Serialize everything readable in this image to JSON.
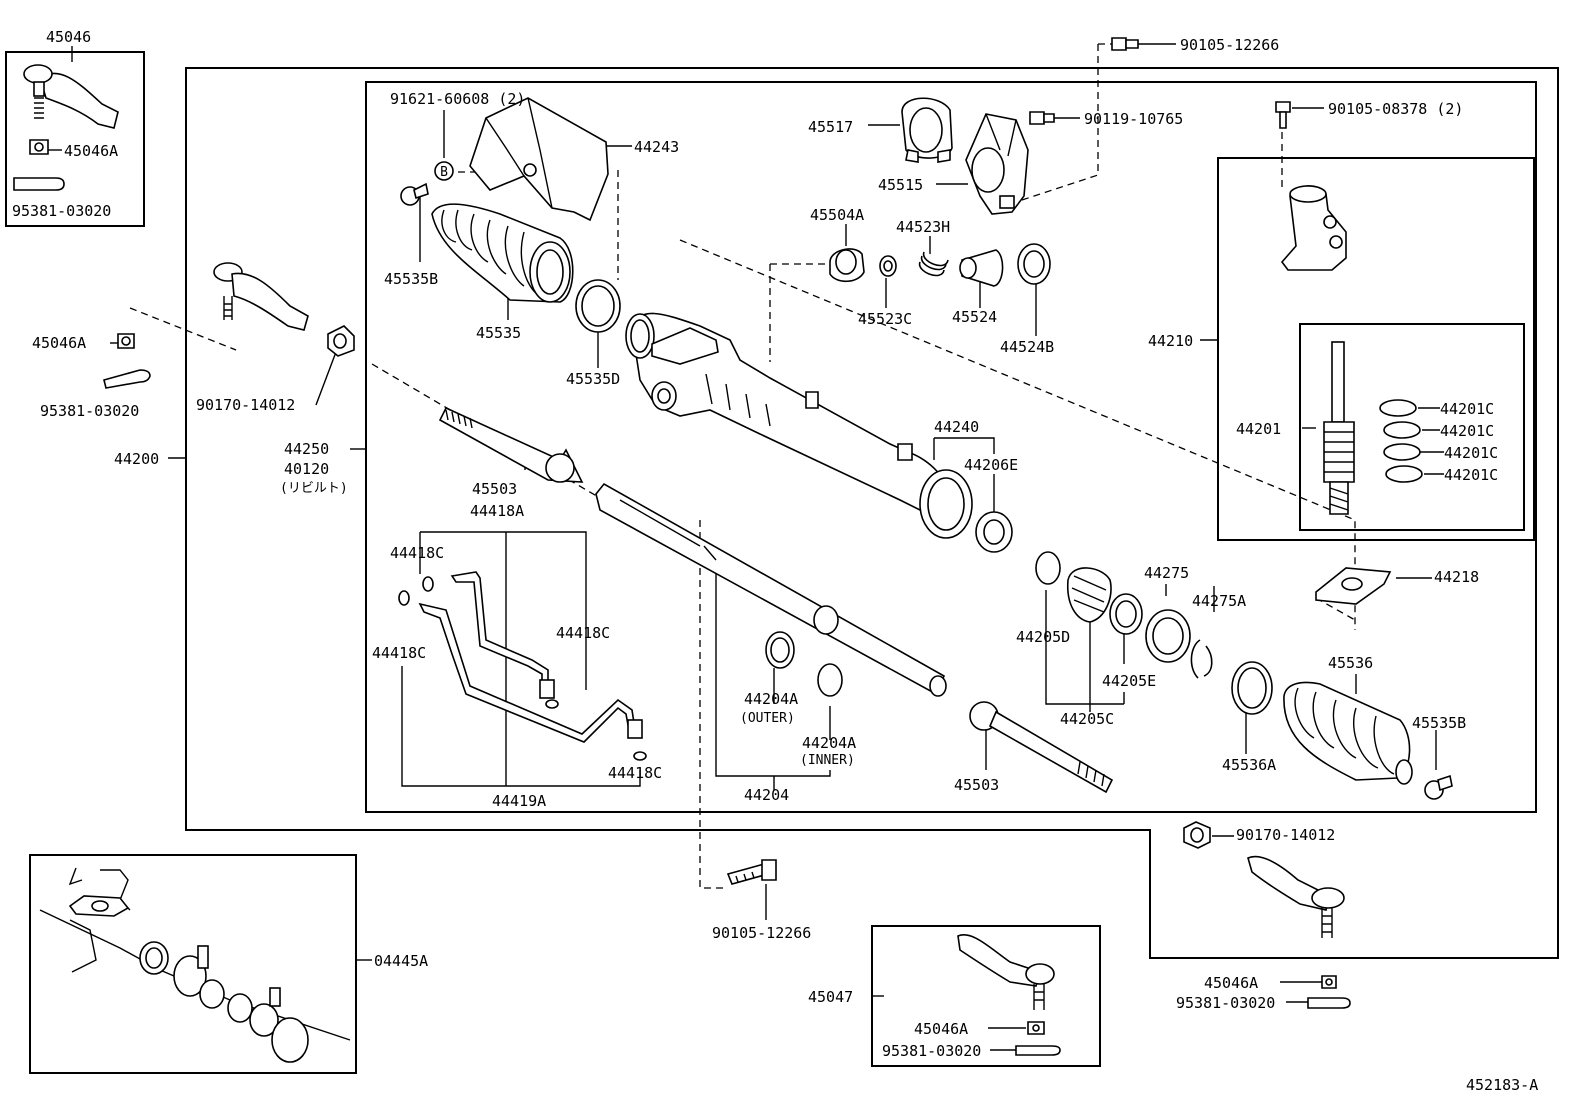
{
  "labels": {
    "p45046": "45046",
    "p45046A_1": "45046A",
    "p95381_1": "95381-03020",
    "p45046A_2": "45046A",
    "p95381_2": "95381-03020",
    "p90170_1": "90170-14012",
    "p44250": "44250",
    "p40120": "40120",
    "p40120_note": "(リビルト)",
    "p44200": "44200",
    "p91621": "91621-60608 (2)",
    "p44243": "44243",
    "p45535B_1": "45535B",
    "p45535": "45535",
    "p45535D": "45535D",
    "p45517": "45517",
    "p45515": "45515",
    "p90105_top": "90105-12266",
    "p90119": "90119-10765",
    "p90105_08378": "90105-08378 (2)",
    "p45504A": "45504A",
    "p44523H": "44523H",
    "p45523C": "45523C",
    "p45524": "45524",
    "p44524B": "44524B",
    "p44210": "44210",
    "p44201": "44201",
    "p44201C_1": "44201C",
    "p44201C_2": "44201C",
    "p44201C_3": "44201C",
    "p44201C_4": "44201C",
    "p44240": "44240",
    "p44206E": "44206E",
    "p45503_1": "45503",
    "p44418A": "44418A",
    "p44418C_1": "44418C",
    "p44418C_2": "44418C",
    "p44418C_3": "44418C",
    "p44418C_4": "44418C",
    "p44419A": "44419A",
    "p44204A_outer": "44204A",
    "p44204A_outer_note": "(OUTER)",
    "p44204A_inner": "44204A",
    "p44204A_inner_note": "(INNER)",
    "p44204": "44204",
    "p45503_2": "45503",
    "p44275": "44275",
    "p44275A": "44275A",
    "p44205D": "44205D",
    "p44205E": "44205E",
    "p44205C": "44205C",
    "p44218": "44218",
    "p45536": "45536",
    "p45536A": "45536A",
    "p45535B_2": "45535B",
    "p90170_2": "90170-14012",
    "p90105_bottom": "90105-12266",
    "p04445A": "04445A",
    "p45047": "45047",
    "p45046A_3": "45046A",
    "p95381_3": "95381-03020",
    "p45046A_4": "45046A",
    "p95381_4": "95381-03020",
    "b_marker": "B",
    "diagram_code": "452183-A"
  }
}
